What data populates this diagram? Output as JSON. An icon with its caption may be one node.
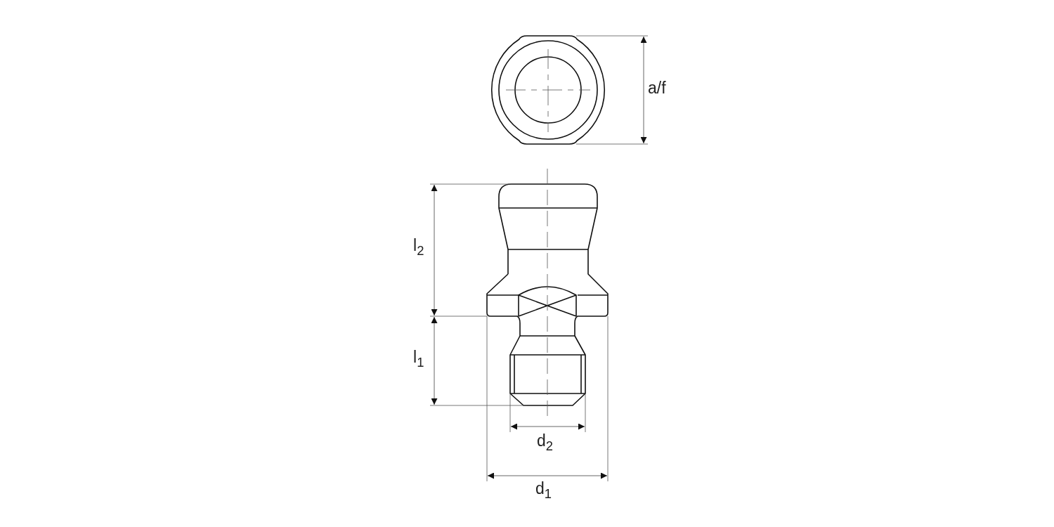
{
  "diagram": {
    "labels": [
      "a/f",
      "l$_{2}$",
      "l$_{1}$",
      "d$_{2}$",
      "d$_{1}$"
    ]
  }
}
